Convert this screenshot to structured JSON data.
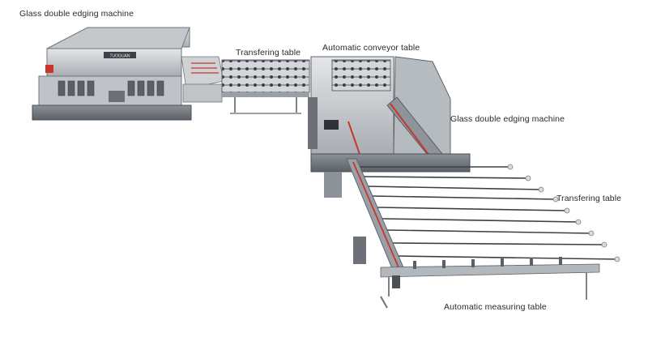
{
  "labels": {
    "edging_machine_1": "Glass double edging machine",
    "transfer_table_1": "Transfering table",
    "conveyor_table": "Automatic conveyor table",
    "edging_machine_2": "Glass double edging machine",
    "transfer_table_2": "Transfering table",
    "measuring_table": "Automatic measuring table"
  },
  "machine_plate": "TUOGUAN",
  "colors": {
    "frame_grey": "#9aa0a6",
    "dark_grey": "#5f656b",
    "light_grey": "#d9dcdf",
    "accent_red": "#c8372d",
    "roller_dark": "#3c4046"
  }
}
